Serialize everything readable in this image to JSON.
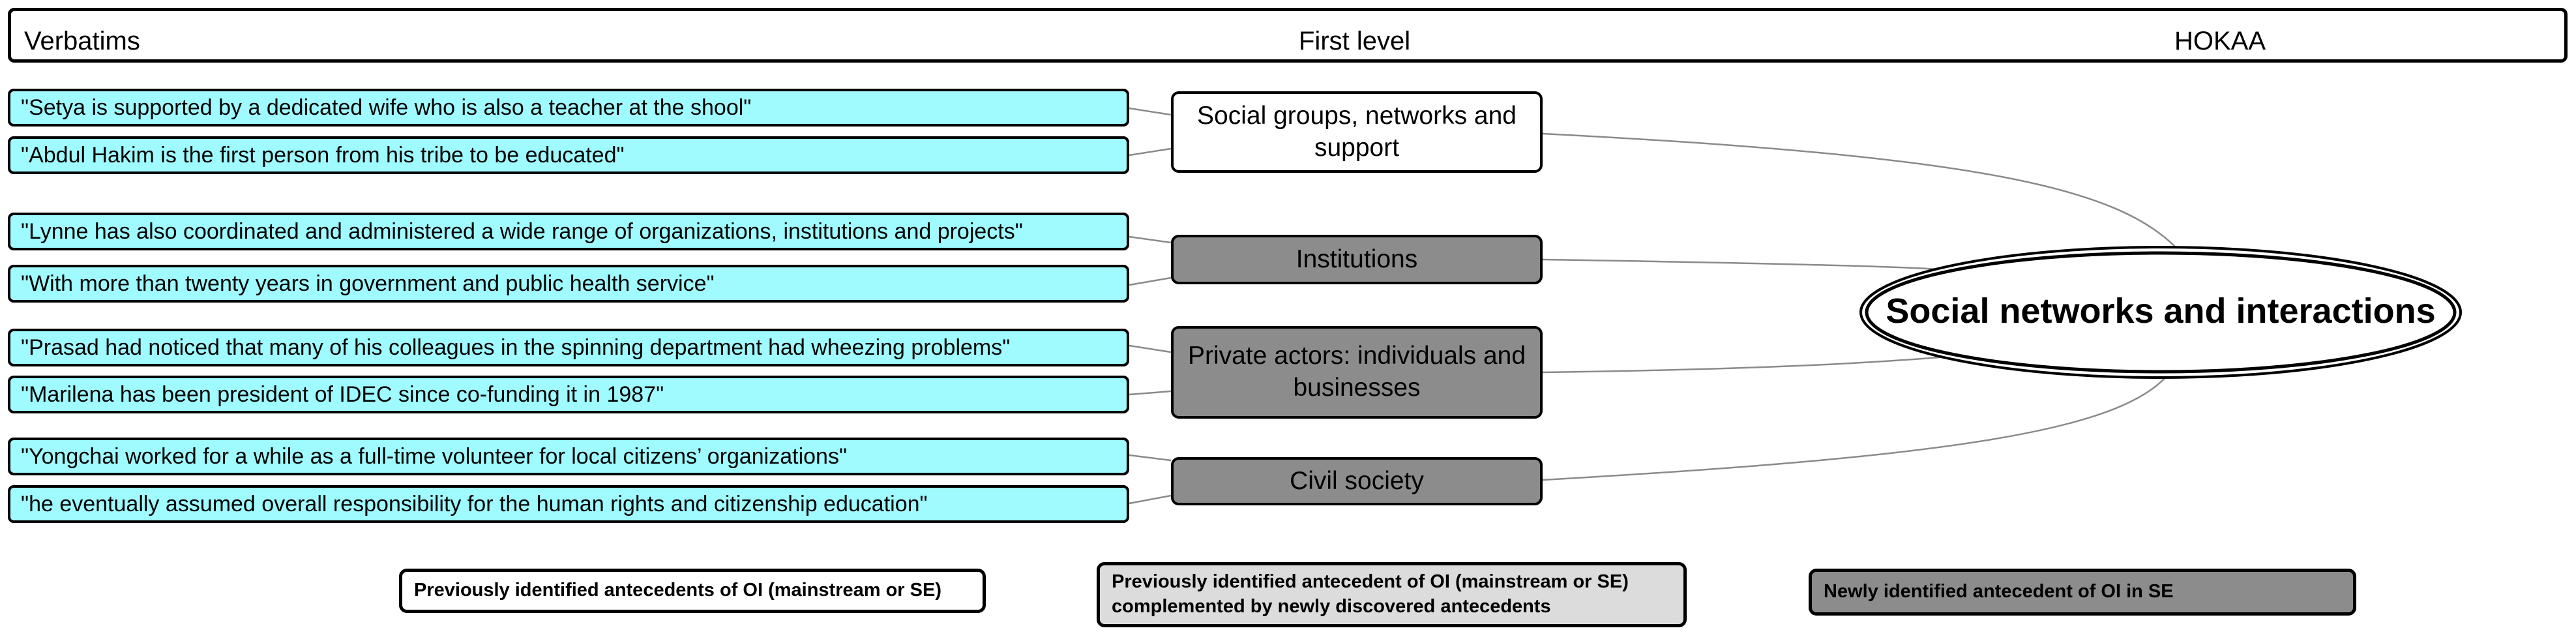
{
  "header": {
    "verbatims": "Verbatims",
    "first_level": "First level",
    "hokaa": "HOKAA"
  },
  "verbatims": [
    "\"Setya is supported by a dedicated wife who is also a teacher at the shool\"",
    "\"Abdul Hakim is the first person from his tribe to be educated\"",
    "\"Lynne has also coordinated and administered a wide range of organizations, institutions and projects\"",
    "\"With more than twenty years in government and public health service\"",
    "\"Prasad had noticed that many of his colleagues in the spinning department had wheezing problems\"",
    " \"Marilena has been president of IDEC since co-funding it in 1987\"",
    "\"Yongchai worked for a while as a full-time volunteer for local citizens’ organizations\"",
    "\"he eventually assumed overall responsibility for the human rights and citizenship education\""
  ],
  "first_level": [
    {
      "label": "Social groups, networks and support",
      "category": "previously-identified"
    },
    {
      "label": "Institutions",
      "category": "newly-identified"
    },
    {
      "label": "Private actors: individuals and businesses",
      "category": "newly-identified"
    },
    {
      "label": "Civil society",
      "category": "newly-identified"
    }
  ],
  "hokaa": {
    "label": "Social networks and interactions"
  },
  "legend": [
    {
      "label": "Previously identified antecedents of OI (mainstream or SE)",
      "fill": "#ffffff"
    },
    {
      "label": "Previously identified antecedent of OI (mainstream or SE) complemented by newly discovered antecedents",
      "fill": "#dcdcdc"
    },
    {
      "label": "Newly identified antecedent of OI in SE",
      "fill": "#8c8c8c"
    }
  ],
  "colors": {
    "verbatim_fill": "#9ffbff",
    "white_fill": "#ffffff",
    "dark_fill": "#8c8c8c",
    "light_fill": "#dcdcdc",
    "connector": "#8a8a8a"
  }
}
